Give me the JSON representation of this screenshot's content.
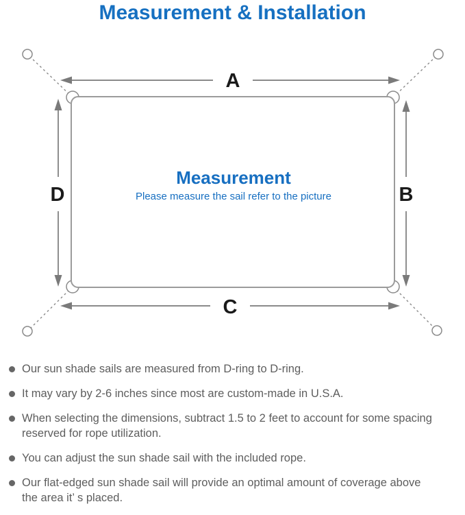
{
  "title": "Measurement & Installation",
  "diagram": {
    "dimension_labels": {
      "top": "A",
      "right": "B",
      "bottom": "C",
      "left": "D"
    },
    "center_heading": "Measurement",
    "center_caption": "Please measure the sail refer to the picture",
    "colors": {
      "title_blue": "#1670c1",
      "center_text_blue": "#176fc1",
      "line_gray": "#7a7a7a",
      "sail_border_gray": "#9b9b9b",
      "dashed_line_gray": "#8a8a8a",
      "dimension_label_black": "#1a1a1a",
      "note_text_gray": "#5d5d5d"
    }
  },
  "notes": {
    "items": [
      "Our sun shade sails are measured from D-ring to D-ring.",
      "It may vary by 2-6 inches since most are custom-made in U.S.A.",
      "When selecting the dimensions, subtract 1.5 to 2 feet to account for some spacing\nreserved for rope utilization.",
      "You can adjust the sun shade sail with the included rope.",
      "Our flat-edged sun shade sail will provide an optimal amount of coverage above\nthe area it’ s placed."
    ]
  }
}
